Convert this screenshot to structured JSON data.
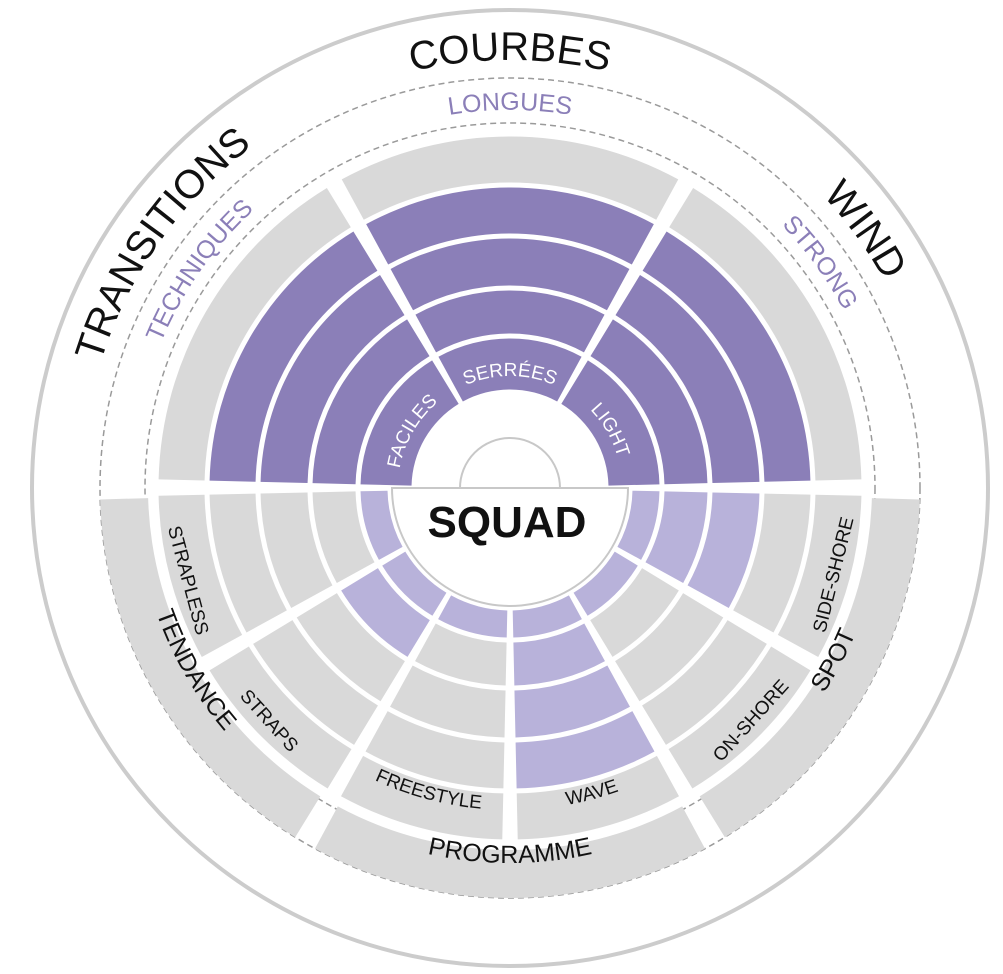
{
  "center": {
    "label": "SQUAD"
  },
  "top": {
    "courbes": {
      "title": "COURBES",
      "subtitle": "LONGUES",
      "inner": "SERRÉES"
    },
    "transitions": {
      "title": "TRANSITIONS",
      "subtitle": "TECHNIQUES",
      "inner": "FACILES"
    },
    "wind": {
      "title": "WIND",
      "subtitle": "STRONG",
      "inner": "LIGHT"
    }
  },
  "bottom": {
    "tendance": {
      "title": "TENDANCE",
      "options": [
        "STRAPLESS",
        "STRAPS"
      ]
    },
    "programme": {
      "title": "PROGRAMME",
      "options": [
        "FREESTYLE",
        "WAVE"
      ]
    },
    "spot": {
      "title": "SPOT",
      "options": [
        "ON-SHORE",
        "SIDE-SHORE"
      ]
    }
  },
  "ratings": {
    "scale_max": 5,
    "courbes": 4,
    "transitions": 4,
    "wind": 4,
    "strapless": 1,
    "straps": 2,
    "freestyle": 1,
    "wave": 4,
    "on_shore": 1,
    "side_shore": 3
  },
  "colors": {
    "top_filled": "#8b7fb8",
    "bottom_filled": "#b8b2da",
    "empty": "#d9d9d9",
    "outer_ring": "#d9d9d9",
    "subtitle_text": "#8b7fb8",
    "text": "#111111"
  }
}
